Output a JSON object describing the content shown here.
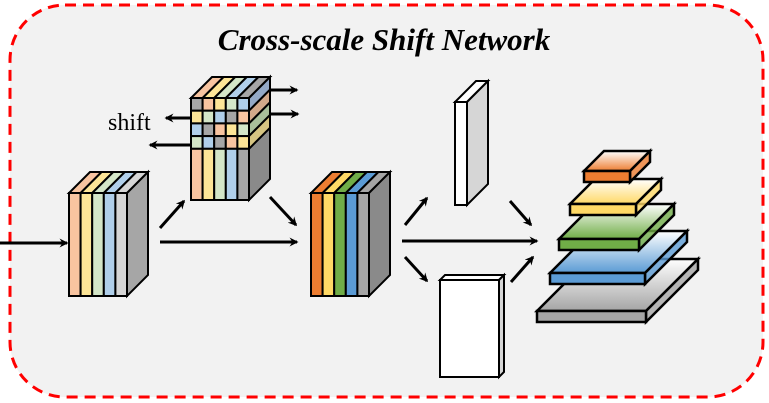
{
  "title": "Cross-scale Shift Network",
  "shift_label": "shift",
  "colors": {
    "panel_background": "#f2f2f2",
    "panel_border": "#ff0000",
    "stroke": "#000000",
    "pastel_peach": "#f8c4a0",
    "pastel_yellow": "#fde597",
    "pastel_green": "#d4e6c8",
    "pastel_blue": "#b0cfea",
    "pastel_gray": "#a6a6a6",
    "light_gray": "#d6d6d6",
    "side_gray": "#a6a6a6",
    "dark_side_gray": "#8a8a8a",
    "orange": "#ed7d31",
    "yellow": "#ffd966",
    "green": "#70ad47",
    "blue": "#5b9bd5",
    "mid_gray": "#a5a5a5",
    "white": "#ffffff"
  },
  "blocks": [
    {
      "id": "input-feature-block",
      "slices": [
        "pastel_peach",
        "pastel_yellow",
        "pastel_green",
        "pastel_blue",
        "light_gray"
      ],
      "side": "side_gray"
    },
    {
      "id": "shifted-feature-block",
      "grid_rows": [
        [
          "pastel_gray",
          "pastel_peach",
          "pastel_yellow",
          "pastel_green",
          "pastel_blue"
        ],
        [
          "pastel_yellow",
          "pastel_green",
          "pastel_blue",
          "pastel_gray",
          "pastel_peach"
        ],
        [
          "pastel_blue",
          "pastel_gray",
          "pastel_peach",
          "pastel_yellow",
          "pastel_green"
        ],
        [
          "pastel_green",
          "pastel_blue",
          "pastel_gray",
          "pastel_peach",
          "pastel_yellow"
        ]
      ],
      "slices": [
        "pastel_peach",
        "pastel_yellow",
        "pastel_green",
        "pastel_blue",
        "pastel_gray"
      ],
      "side_rows": [
        "#93a9c6",
        "#d2a98a",
        "#a9bf9b",
        "#d6c582"
      ],
      "side": "dark_side_gray"
    },
    {
      "id": "fused-feature-block",
      "slices": [
        "orange",
        "yellow",
        "green",
        "blue",
        "mid_gray"
      ],
      "side": "dark_side_gray"
    }
  ],
  "pooled_vectors": [
    {
      "id": "thin-vector",
      "front": "white",
      "side": "light_gray"
    },
    {
      "id": "wide-vector",
      "front": "white",
      "side": "light_gray"
    }
  ],
  "pyramid_layers": [
    {
      "id": "pyramid-layer-orange",
      "color": "orange"
    },
    {
      "id": "pyramid-layer-yellow",
      "color": "yellow"
    },
    {
      "id": "pyramid-layer-green",
      "color": "green"
    },
    {
      "id": "pyramid-layer-blue",
      "color": "blue"
    },
    {
      "id": "pyramid-layer-gray",
      "color": "mid_gray"
    }
  ]
}
